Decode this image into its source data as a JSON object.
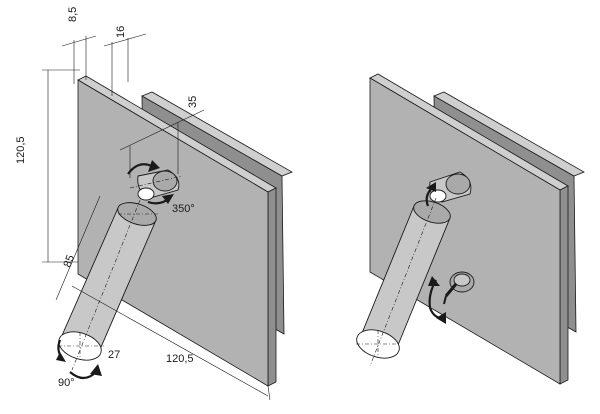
{
  "dimensions": {
    "width_depth_8_5": "8,5",
    "plate_gap_16": "16",
    "head_offset_35": "35",
    "height_120_5": "120,5",
    "arm_85": "85",
    "diameter_27": "27",
    "width_120_5": "120,5"
  },
  "angles": {
    "head_rotation": "350°",
    "tilt_rotation": "90°"
  }
}
